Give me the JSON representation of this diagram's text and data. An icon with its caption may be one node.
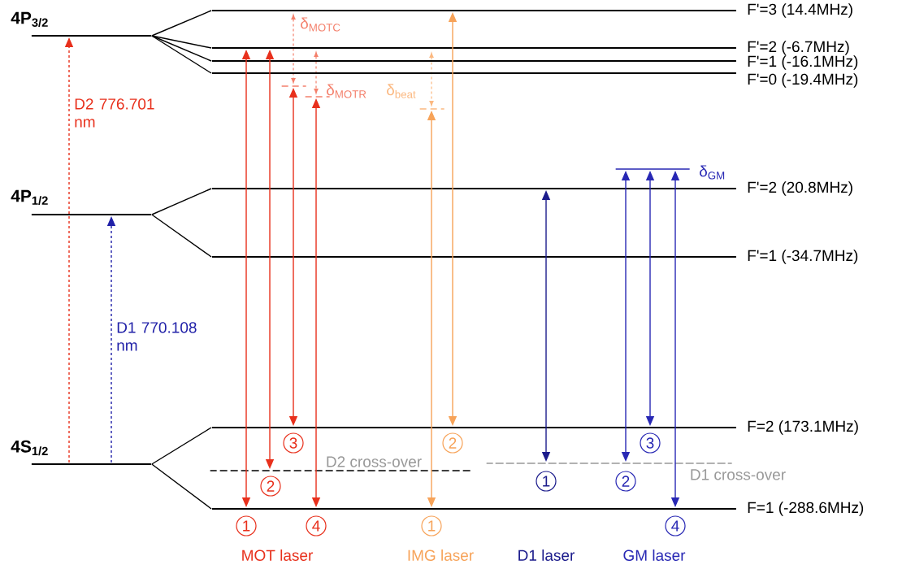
{
  "diagram": {
    "nodes": [
      {
        "text": [],
        "shape": "bar",
        "beside": [
          "4P$_{3/2}$"
        ]
      },
      {
        "text": [],
        "shape": "bar",
        "beside": [
          "F'=3 (14.4MHz)"
        ]
      },
      {
        "text": [],
        "shape": "bar",
        "beside": [
          "F'=2 (-6.7MHz)"
        ]
      },
      {
        "text": [],
        "shape": "bar",
        "beside": [
          "F'=1 (-16.1MHz)"
        ]
      },
      {
        "text": [],
        "shape": "bar",
        "beside": [
          "F'=0 (-19.4MHz)"
        ]
      },
      {
        "text": [],
        "shape": "bar",
        "beside": [
          "4P$_{1/2}$"
        ]
      },
      {
        "text": [],
        "shape": "bar",
        "beside": [
          "F'=2 (20.8MHz)"
        ]
      },
      {
        "text": [],
        "shape": "bar",
        "beside": [
          "F'=1 (-34.7MHz)"
        ]
      },
      {
        "text": [],
        "shape": "bar",
        "beside": [
          "4S$_{1/2}$"
        ]
      },
      {
        "text": [],
        "shape": "bar",
        "beside": [
          "F=2 (173.1MHz)"
        ]
      },
      {
        "text": [],
        "shape": "bar",
        "beside": [
          "F=1 (-288.6MHz)"
        ]
      },
      {
        "text": [],
        "shape": "bar",
        "beside": [
          "D2 cross-over"
        ]
      },
      {
        "text": [],
        "shape": "bar",
        "beside": [
          "D1 cross-over"
        ]
      },
      {
        "text": [],
        "shape": "bar"
      },
      {
        "text": [],
        "shape": "bar"
      },
      {
        "text": [],
        "shape": "bar"
      },
      {
        "text": [],
        "shape": "bar"
      }
    ],
    "edges": [
      {
        "from": 0,
        "to": 1,
        "arrow": "none"
      },
      {
        "from": 0,
        "to": 2,
        "arrow": "none"
      },
      {
        "from": 0,
        "to": 3,
        "arrow": "none"
      },
      {
        "from": 0,
        "to": 4,
        "arrow": "none"
      },
      {
        "from": 5,
        "to": 6,
        "arrow": "none"
      },
      {
        "from": 5,
        "to": 7,
        "arrow": "none"
      },
      {
        "from": 8,
        "to": 9,
        "arrow": "none"
      },
      {
        "from": 8,
        "to": 10,
        "arrow": "none"
      },
      {
        "from": 8,
        "to": 0,
        "arrow": "to",
        "style": "dashed",
        "color": "#e8301c",
        "label": "D2 776.701 nm"
      },
      {
        "from": 8,
        "to": 5,
        "arrow": "to",
        "style": "dashed",
        "color": "#2020a8",
        "label": "D1 770.108 nm"
      },
      {
        "from": 10,
        "to": 2,
        "arrow": "both",
        "color": "#e8301c"
      },
      {
        "from": 11,
        "to": 2,
        "arrow": "both",
        "color": "#e8301c"
      },
      {
        "from": 9,
        "to": 13,
        "arrow": "both",
        "color": "#e8301c"
      },
      {
        "from": 10,
        "to": 14,
        "arrow": "both",
        "color": "#e8301c"
      },
      {
        "from": 10,
        "to": 15,
        "arrow": "both",
        "color": "#f7a359"
      },
      {
        "from": 9,
        "to": 1,
        "arrow": "both",
        "color": "#f7a359"
      },
      {
        "from": 12,
        "to": 6,
        "arrow": "both",
        "color": "#1c1c8c"
      },
      {
        "from": 12,
        "to": 16,
        "arrow": "both",
        "color": "#2828b4"
      },
      {
        "from": 9,
        "to": 16,
        "arrow": "both",
        "color": "#2828b4"
      },
      {
        "from": 10,
        "to": 16,
        "arrow": "both",
        "color": "#2828b4"
      }
    ],
    "labels": [
      "δ$_{MOTC}$",
      "δ$_{MOTR}$",
      "δ$_{beat}$",
      "δ$_{GM}$",
      "3",
      "2",
      "3",
      "2",
      "1",
      "2",
      "1",
      "4",
      "1",
      "4",
      "MOT laser",
      "IMG laser",
      "D1 laser",
      "GM laser"
    ]
  }
}
